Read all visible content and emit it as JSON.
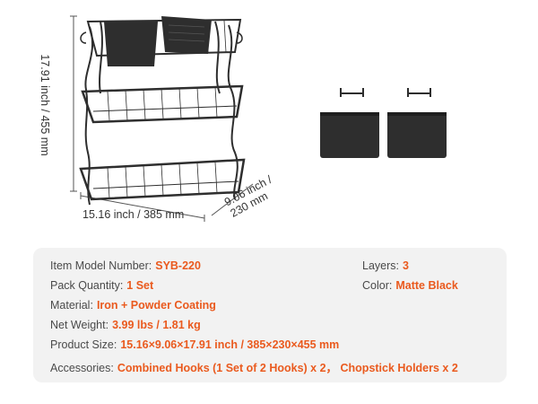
{
  "dimensions": {
    "height": "17.91 inch / 455 mm",
    "width": "15.16 inch / 385 mm",
    "depth_line1": "9.06 inch /",
    "depth_line2": "230 mm"
  },
  "colors": {
    "accent": "#ea5a1e",
    "label": "#4a4a4a",
    "panel": "#f2f2f2",
    "product": "#2e2e2e"
  },
  "specs": {
    "model": {
      "label": "Item Model Number:",
      "value": "SYB-220"
    },
    "layers": {
      "label": "Layers:",
      "value": "3"
    },
    "pack": {
      "label": "Pack Quantity:",
      "value": "1 Set"
    },
    "color": {
      "label": "Color:",
      "value": "Matte Black"
    },
    "material": {
      "label": "Material:",
      "value": "Iron + Powder Coating"
    },
    "weight": {
      "label": "Net Weight:",
      "value": "3.99 lbs / 1.81 kg"
    },
    "size": {
      "label": "Product Size:",
      "value": "15.16×9.06×17.91 inch / 385×230×455 mm"
    },
    "accessories": {
      "label": "Accessories:",
      "value": "Combined Hooks (1 Set of 2 Hooks) x 2，  Chopstick Holders x 2"
    }
  }
}
